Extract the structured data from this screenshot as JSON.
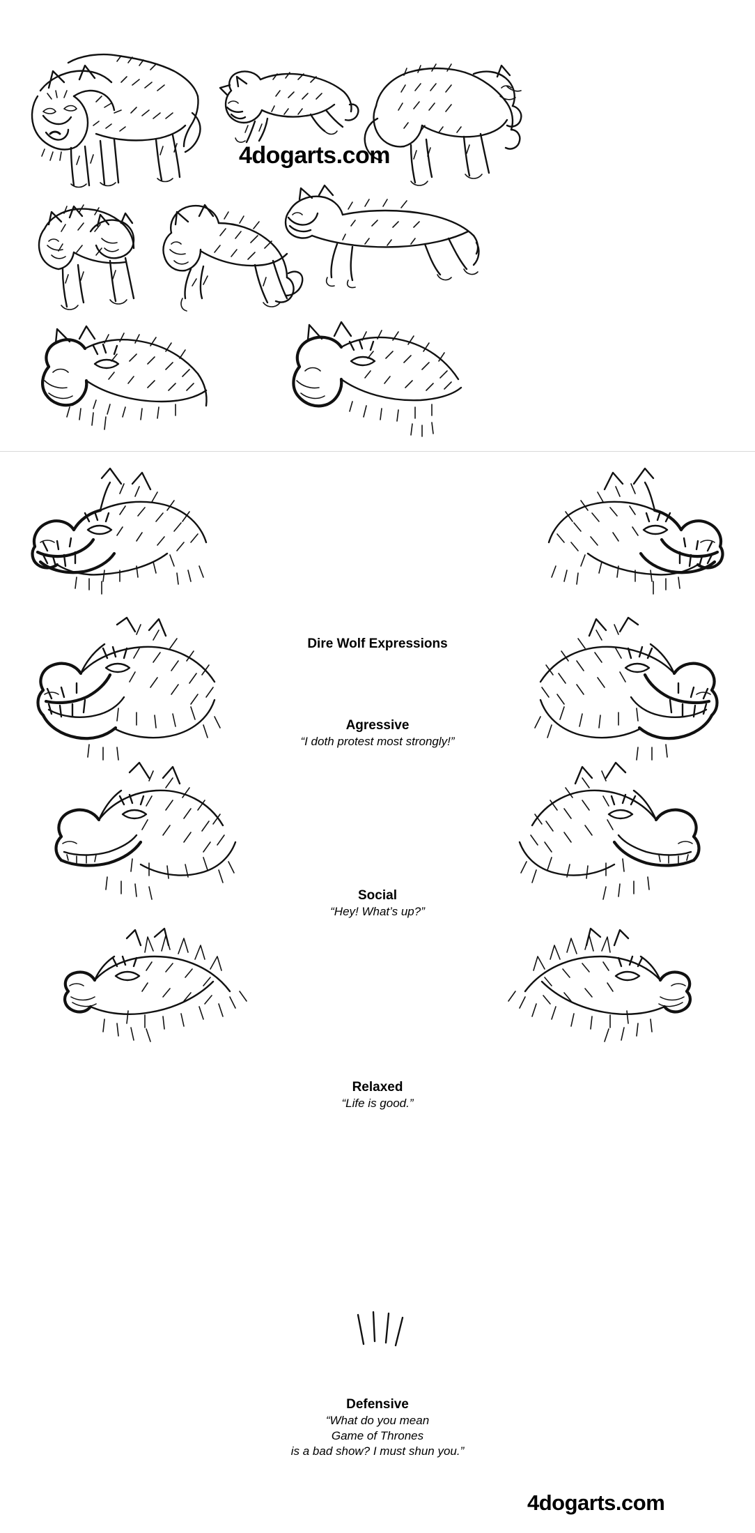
{
  "sheet": {
    "title": "Dire Wolf Expressions",
    "background_color": "#ffffff",
    "ink_color": "#111111"
  },
  "watermarks": {
    "top": "4dogarts.com",
    "bottom": "4dogarts.com"
  },
  "expressions": [
    {
      "id": "aggressive",
      "label": "Agressive",
      "quote": "“I doth protest most strongly!”"
    },
    {
      "id": "social",
      "label": "Social",
      "quote": "“Hey! What’s up?”"
    },
    {
      "id": "relaxed",
      "label": "Relaxed",
      "quote": "“Life is good.”"
    },
    {
      "id": "defensive",
      "label": "Defensive",
      "quote": "“What do you mean\nGame of Thrones\nis a bad show? I must shun you.”"
    }
  ],
  "pose_studies": [
    {
      "id": "standing-front",
      "description": "Dire wolf standing facing viewer, full body, heavy ruff"
    },
    {
      "id": "leaping-small",
      "description": "Small dire wolf leaping / lunging forward"
    },
    {
      "id": "crouching-right",
      "description": "Dire wolf crouched, body angled to the right"
    },
    {
      "id": "pair-standing",
      "description": "Two dire wolves standing together, one behind the other"
    },
    {
      "id": "rearing-play-bow",
      "description": "Dire wolf rearing in play bow posture"
    },
    {
      "id": "running-profile",
      "description": "Dire wolf running in side profile, mouth open"
    },
    {
      "id": "head-study-left",
      "description": "Large dire wolf head study, three-quarter view left"
    },
    {
      "id": "head-study-right",
      "description": "Large dire wolf head study, three-quarter view right"
    }
  ]
}
